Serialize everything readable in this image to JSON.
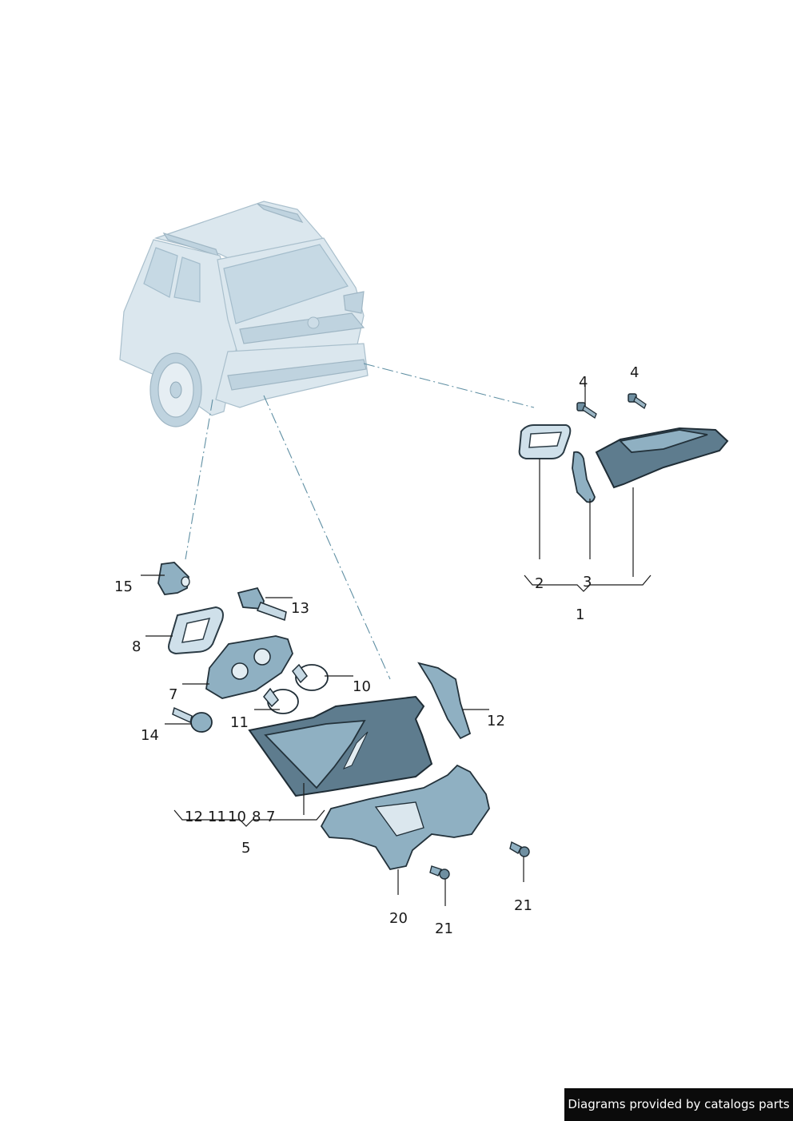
{
  "labels": {
    "l4a": "4",
    "l4b": "4",
    "l2": "2",
    "l3": "3",
    "l1": "1",
    "l15": "15",
    "l13": "13",
    "l8": "8",
    "l10": "10",
    "l7": "7",
    "l11": "11",
    "l14": "14",
    "l12": "12",
    "l12b": "12",
    "l11b": "11",
    "l10b": "10",
    "l8b": "8",
    "l7b": "7",
    "l5": "5",
    "l20": "20",
    "l21a": "21",
    "l21b": "21"
  },
  "credit": "Diagrams provided by catalogs parts"
}
